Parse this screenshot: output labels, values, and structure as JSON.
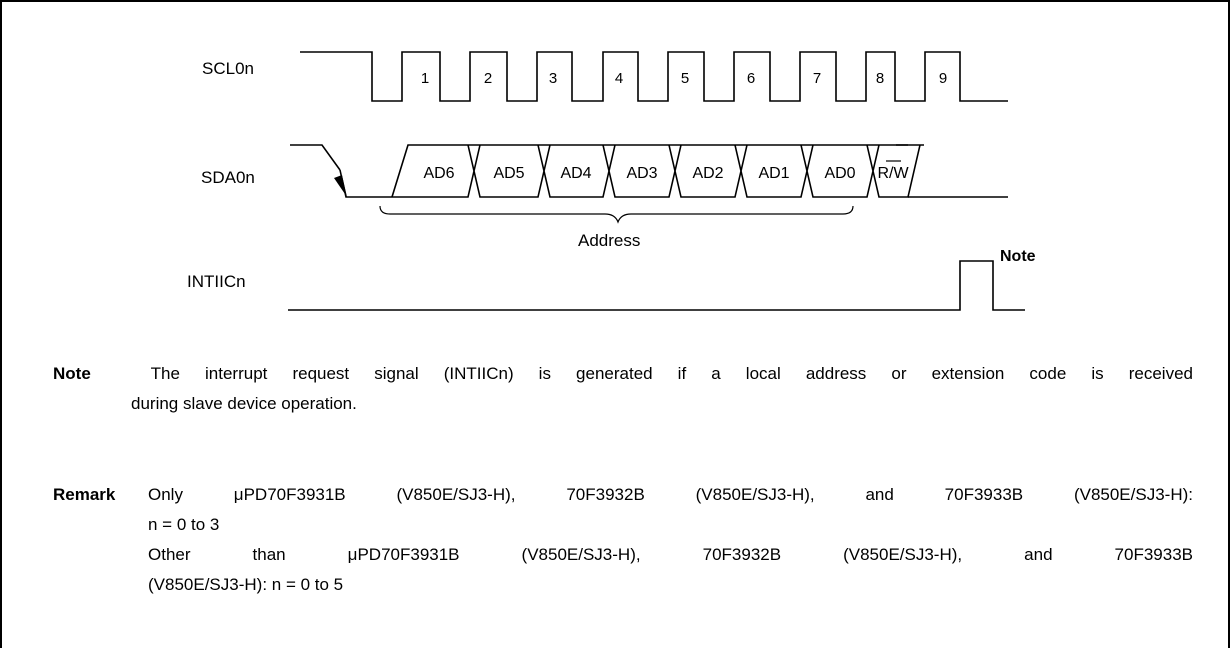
{
  "diagram": {
    "signals": {
      "scl": "SCL0n",
      "sda": "SDA0n",
      "intiic": "INTIICn"
    },
    "clock_bits": [
      "1",
      "2",
      "3",
      "4",
      "5",
      "6",
      "7",
      "8",
      "9"
    ],
    "sda_bits": [
      "AD6",
      "AD5",
      "AD4",
      "AD3",
      "AD2",
      "AD1",
      "AD0",
      "R/W"
    ],
    "address_label": "Address",
    "interrupt_note": "Note"
  },
  "notes": {
    "note_label": "Note",
    "note_line1": "The interrupt request signal (INTIICn) is generated if a local address or extension code is received",
    "note_line2": "during slave device operation.",
    "remark_label": "Remark",
    "remark_line1": "Only μPD70F3931B (V850E/SJ3-H), 70F3932B (V850E/SJ3-H), and 70F3933B (V850E/SJ3-H):",
    "remark_line2": "n = 0 to 3",
    "remark_line3": "Other than μPD70F3931B (V850E/SJ3-H), 70F3932B (V850E/SJ3-H), and 70F3933B",
    "remark_line4": "(V850E/SJ3-H): n = 0 to 5"
  }
}
